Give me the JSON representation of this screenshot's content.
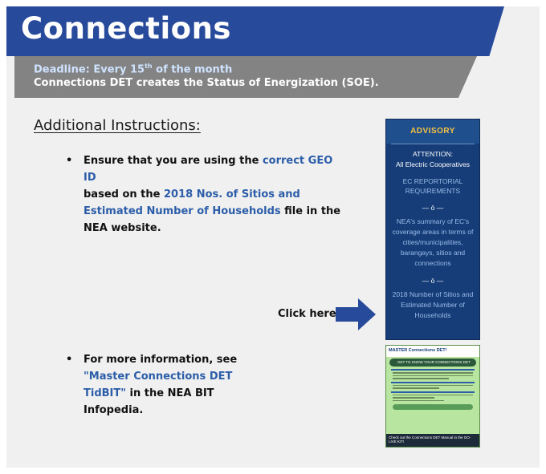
{
  "title": "Connections",
  "deadline": {
    "prefix": "Deadline: Every 15",
    "sup": "th",
    "suffix": " of the month"
  },
  "soe_line": "Connections DET creates the Status of Energization (SOE).",
  "instructions_heading": "Additional Instructions:",
  "bullet1": {
    "dot": "•",
    "part1": "Ensure that you are using the ",
    "link1": "correct GEO ID",
    "part2": "based on  the ",
    "link2": "2018 Nos. of Sitios and Estimated Number of Households",
    "part3": " file in the NEA website."
  },
  "bullet2": {
    "dot": "•",
    "part1": "For more information, see ",
    "link": "\"Master Connections DET TidBIT\"",
    "part2": " in the NEA BIT Infopedia."
  },
  "click_here": "Click here.",
  "advisory": {
    "header": "ADVISORY",
    "attention": "ATTENTION:",
    "audience": "All Electric Cooperatives",
    "subject": "EC REPORTORIAL REQUIREMENTS",
    "separator": "— ō —",
    "item1": "NEA's summary of EC's coverage areas in terms of cities/municipalities, barangays, sitios and connections",
    "item2": "2018 Number of Sitios and Estimated Number of Households"
  },
  "tidbit": {
    "header": "MASTER Connections DET!",
    "banner": "GET TO KNOW YOUR CONNECTIONS DET",
    "footer": "Check out the Connections DET Manual in the GO-LIVE KIT!"
  },
  "colors": {
    "title_blue": "#284a9b",
    "gray_banner": "#838383",
    "link_blue": "#2c5da8",
    "advisory_navy": "#163d78",
    "advisory_gold": "#f6c343",
    "tidbit_green": "#b8e6a0"
  }
}
